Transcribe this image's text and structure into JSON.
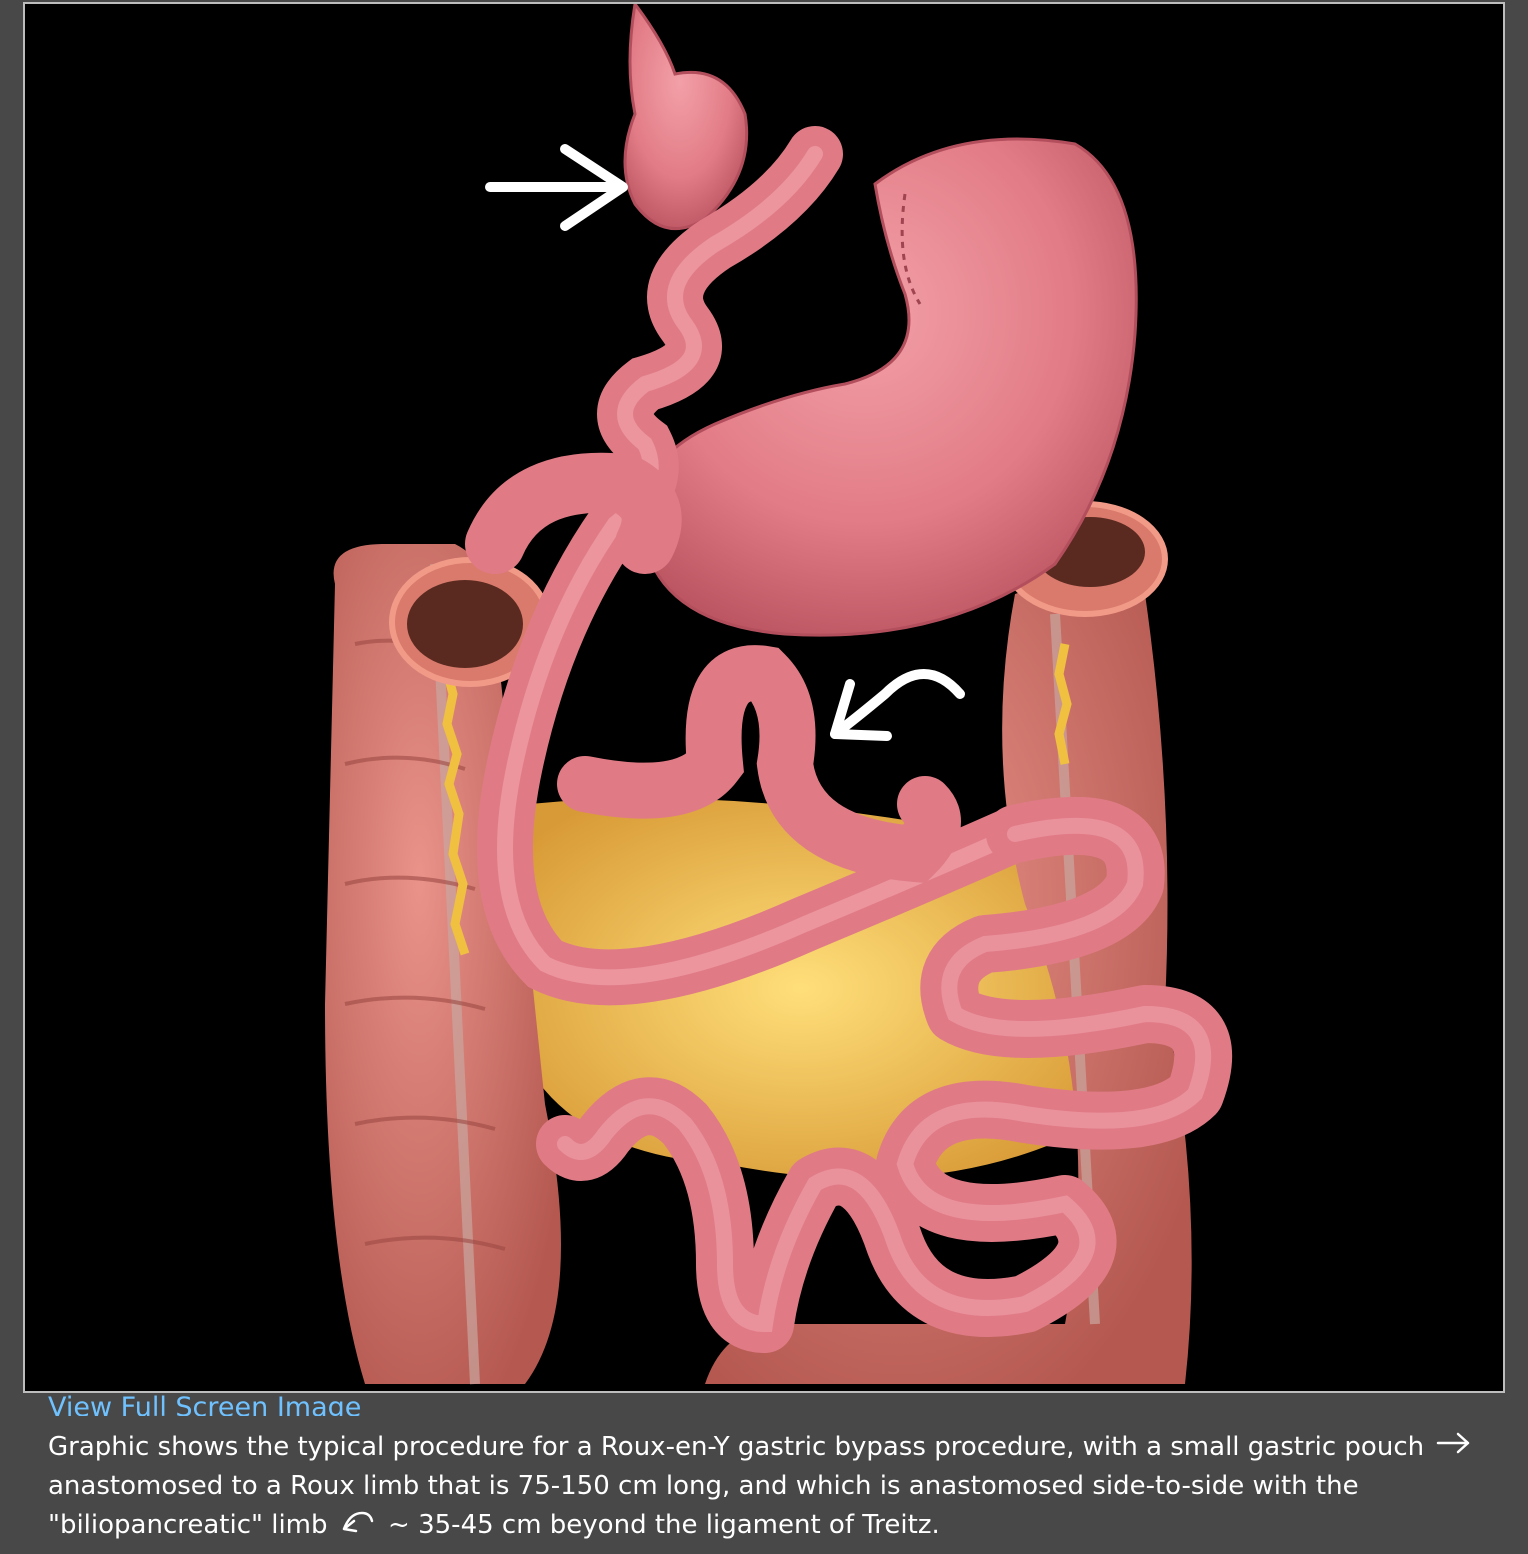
{
  "link": {
    "view_full_screen": "View Full Screen Image"
  },
  "caption": {
    "part1": "Graphic shows the typical procedure for a Roux-en-Y gastric bypass procedure, with a small gastric pouch",
    "part2": "anastomosed to a Roux limb that is 75-150 cm long, and which is anastomosed side-to-side with the \"biliopancreatic\" limb",
    "part3": "~ 35-45 cm beyond the ligament of Treitz.",
    "straight_arrow_icon": "straight-arrow-icon",
    "curved_arrow_icon": "curved-arrow-icon"
  },
  "colors": {
    "background": "#484848",
    "image_background": "#000000",
    "link": "#6fc2ff",
    "caption_text": "#ffffff",
    "bowel_pink": "#e57f8a",
    "colon": "#d9736c",
    "mesentery_fat": "#f0c25a"
  }
}
